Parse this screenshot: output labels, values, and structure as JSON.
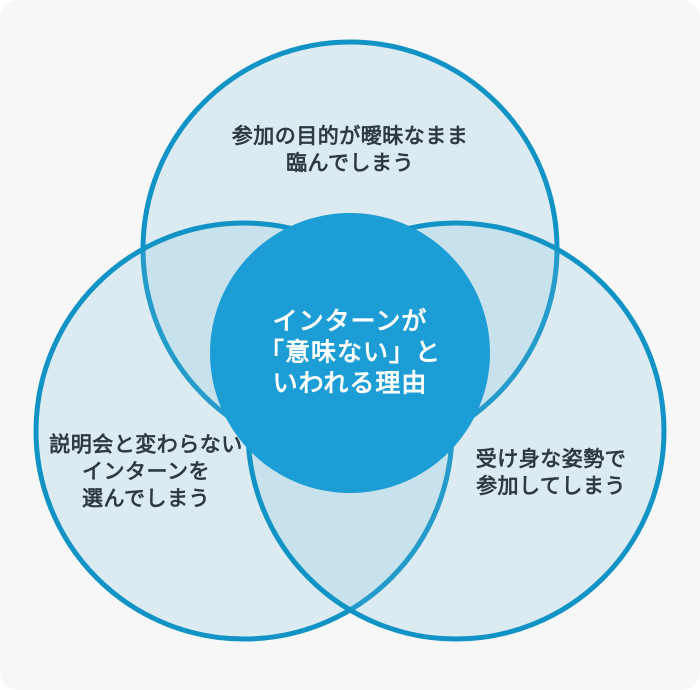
{
  "diagram": {
    "type": "venn-3-circles",
    "center_label": {
      "lines": [
        "インターンが",
        "「意味ない」と",
        "いわれる理由"
      ]
    },
    "top_label": {
      "lines": [
        "参加の目的が曖昧なまま",
        "臨んでしまう"
      ]
    },
    "bottom_left_label": {
      "lines": [
        "説明会と変わらない",
        "インターンを",
        "選んでしまう"
      ]
    },
    "bottom_right_label": {
      "lines": [
        "受け身な姿勢で",
        "参加してしまう"
      ]
    }
  },
  "colors": {
    "page_background": "#ffffff",
    "card_background": "#f7f7f7",
    "circle_fill": "#75c0de",
    "circle_stroke": "#1193c6",
    "center_circle_fill": "#1c9dd5",
    "label_text": "#2d3a44",
    "center_label_text": "#ffffff"
  }
}
